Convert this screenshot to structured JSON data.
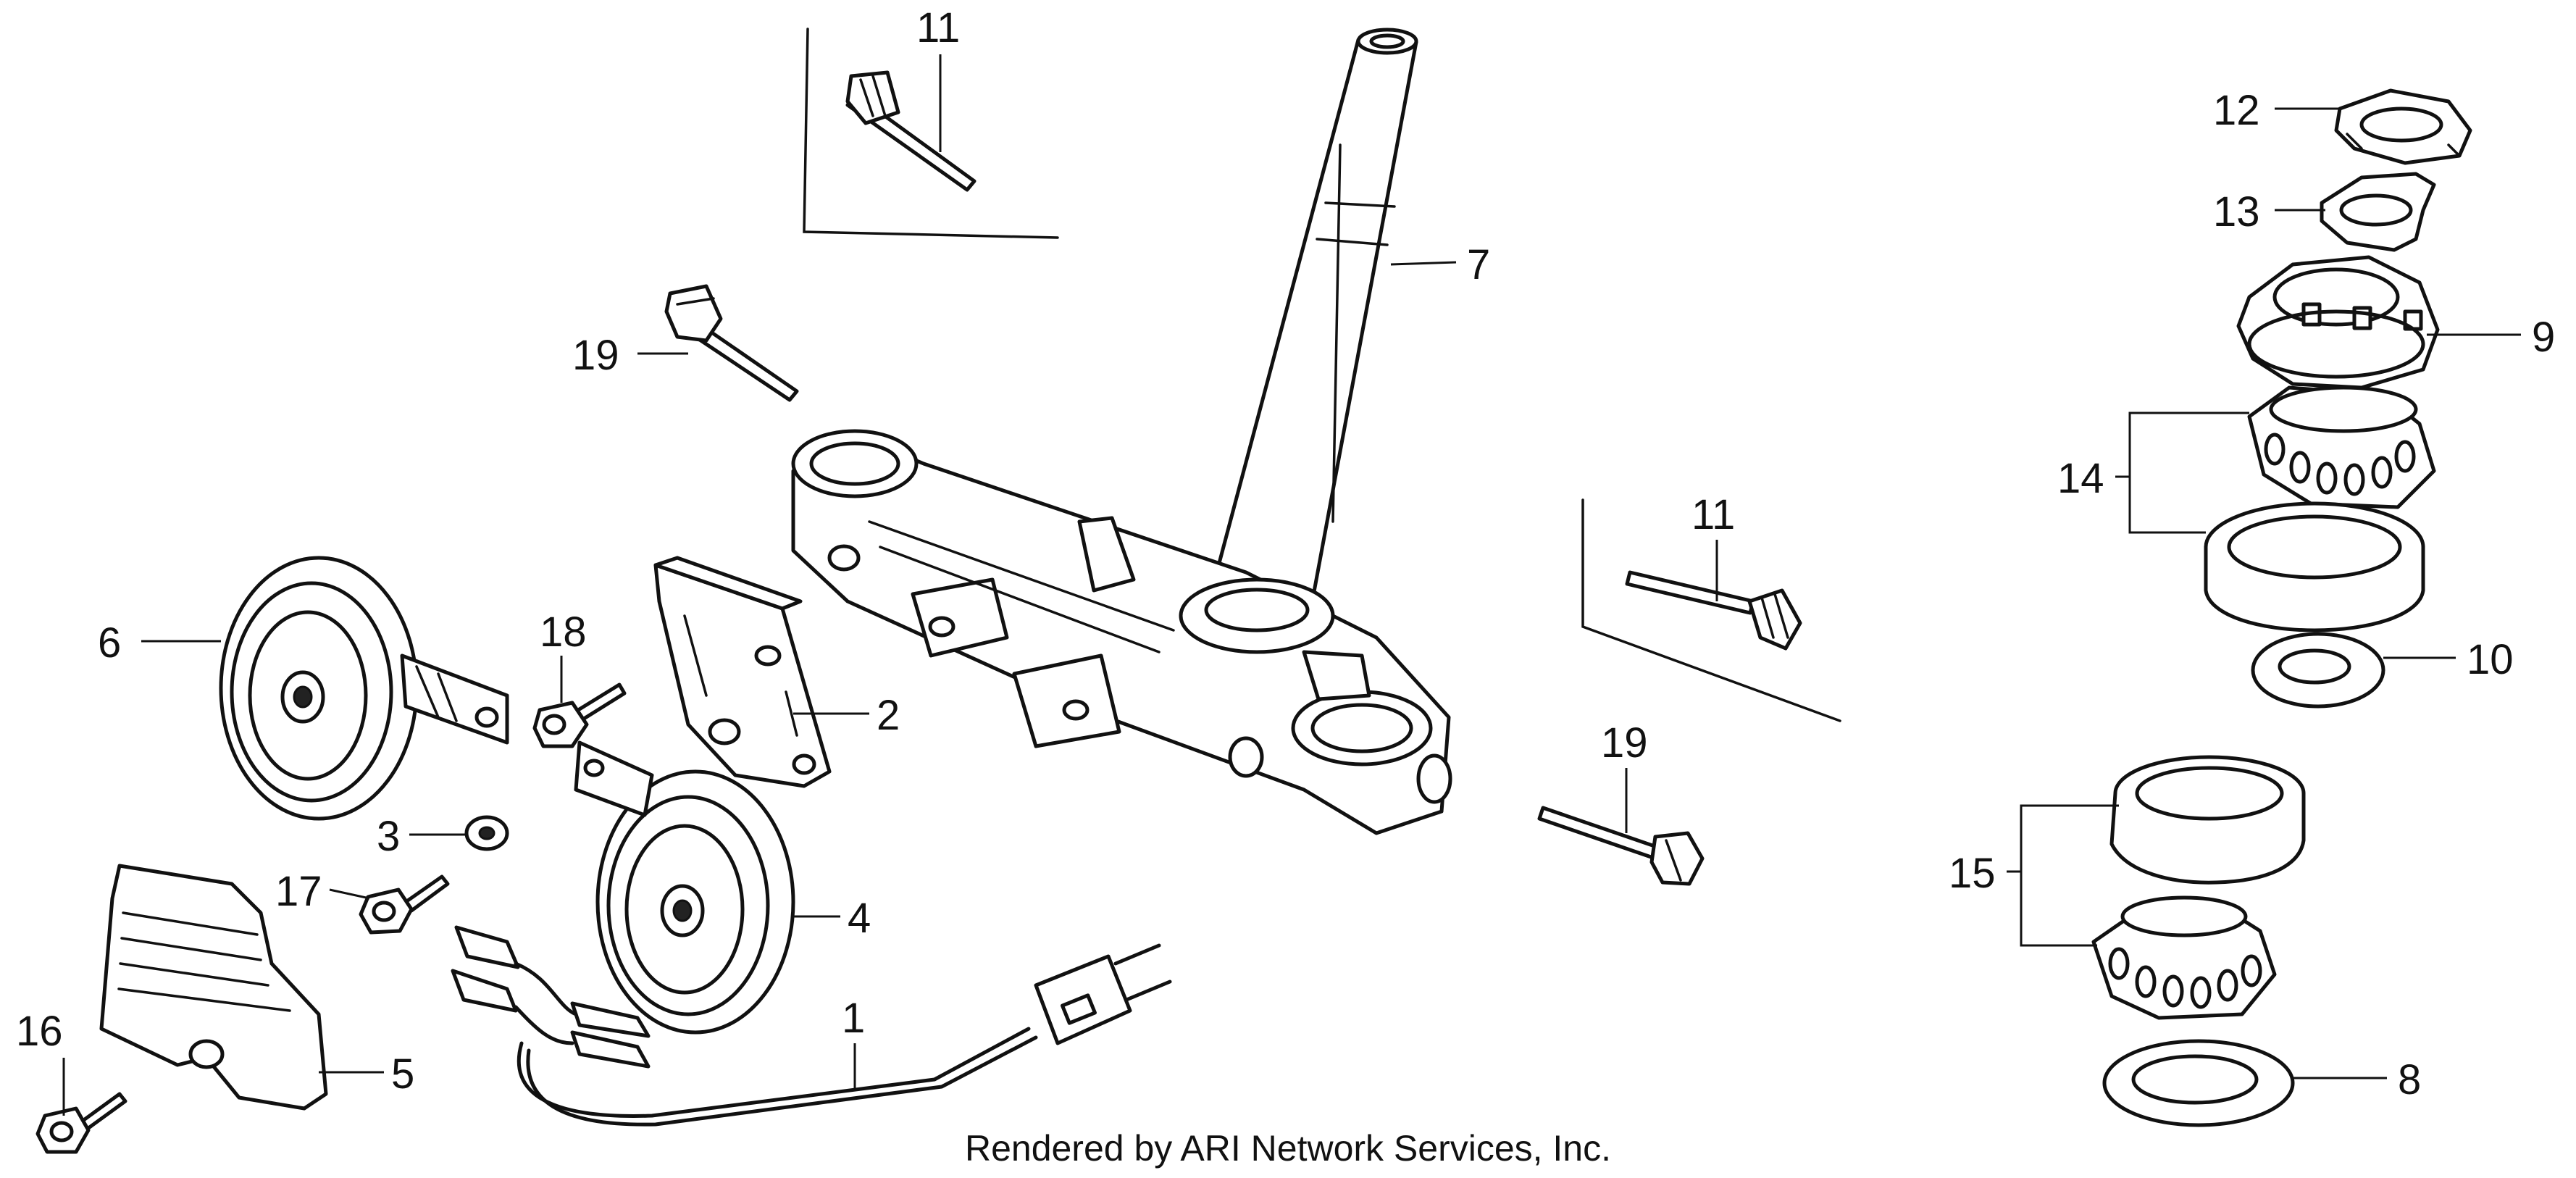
{
  "diagram": {
    "callouts": {
      "c1": "1",
      "c2": "2",
      "c3": "3",
      "c4": "4",
      "c5": "5",
      "c6": "6",
      "c7": "7",
      "c8": "8",
      "c9": "9",
      "c10": "10",
      "c11a": "11",
      "c11b": "11",
      "c12": "12",
      "c13": "13",
      "c14": "14",
      "c15": "15",
      "c16": "16",
      "c17": "17",
      "c18": "18",
      "c19a": "19",
      "c19b": "19"
    },
    "footer": "Rendered by ARI Network Services, Inc."
  }
}
